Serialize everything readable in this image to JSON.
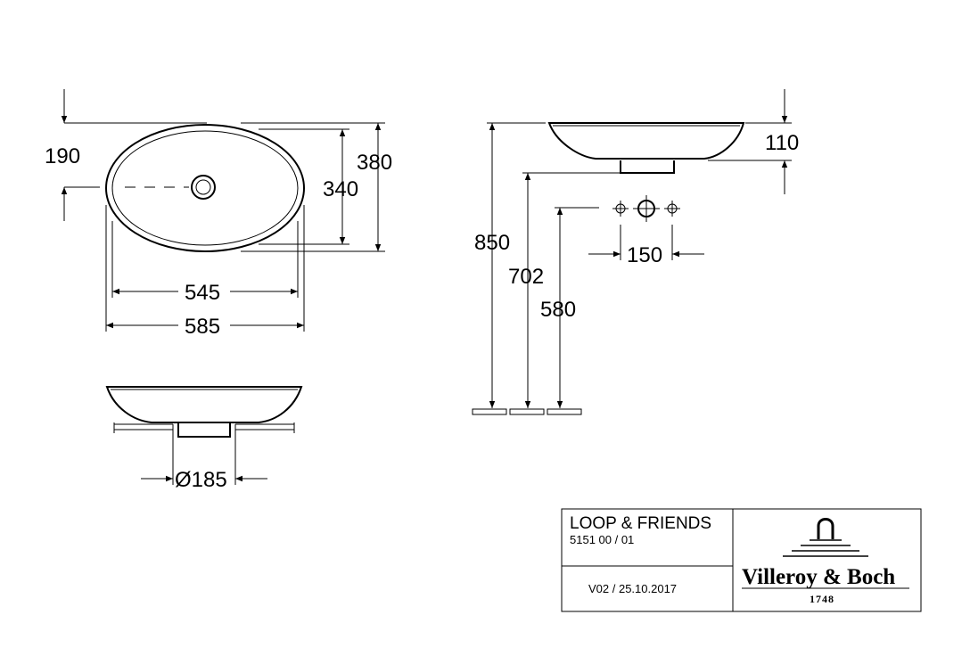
{
  "dimensions": {
    "d190": "190",
    "d380": "380",
    "d340": "340",
    "d545": "545",
    "d585": "585",
    "d185": "Ø185",
    "d110": "110",
    "d850": "850",
    "d702": "702",
    "d580": "580",
    "d150": "150"
  },
  "title_block": {
    "product": "LOOP & FRIENDS",
    "article": "5151 00 / 01",
    "version": "V02 / 25.10.2017",
    "brand": "Villeroy & Boch",
    "brand_year": "1748"
  },
  "icons": {
    "logo": "villeroy-boch-fountain-logo"
  }
}
